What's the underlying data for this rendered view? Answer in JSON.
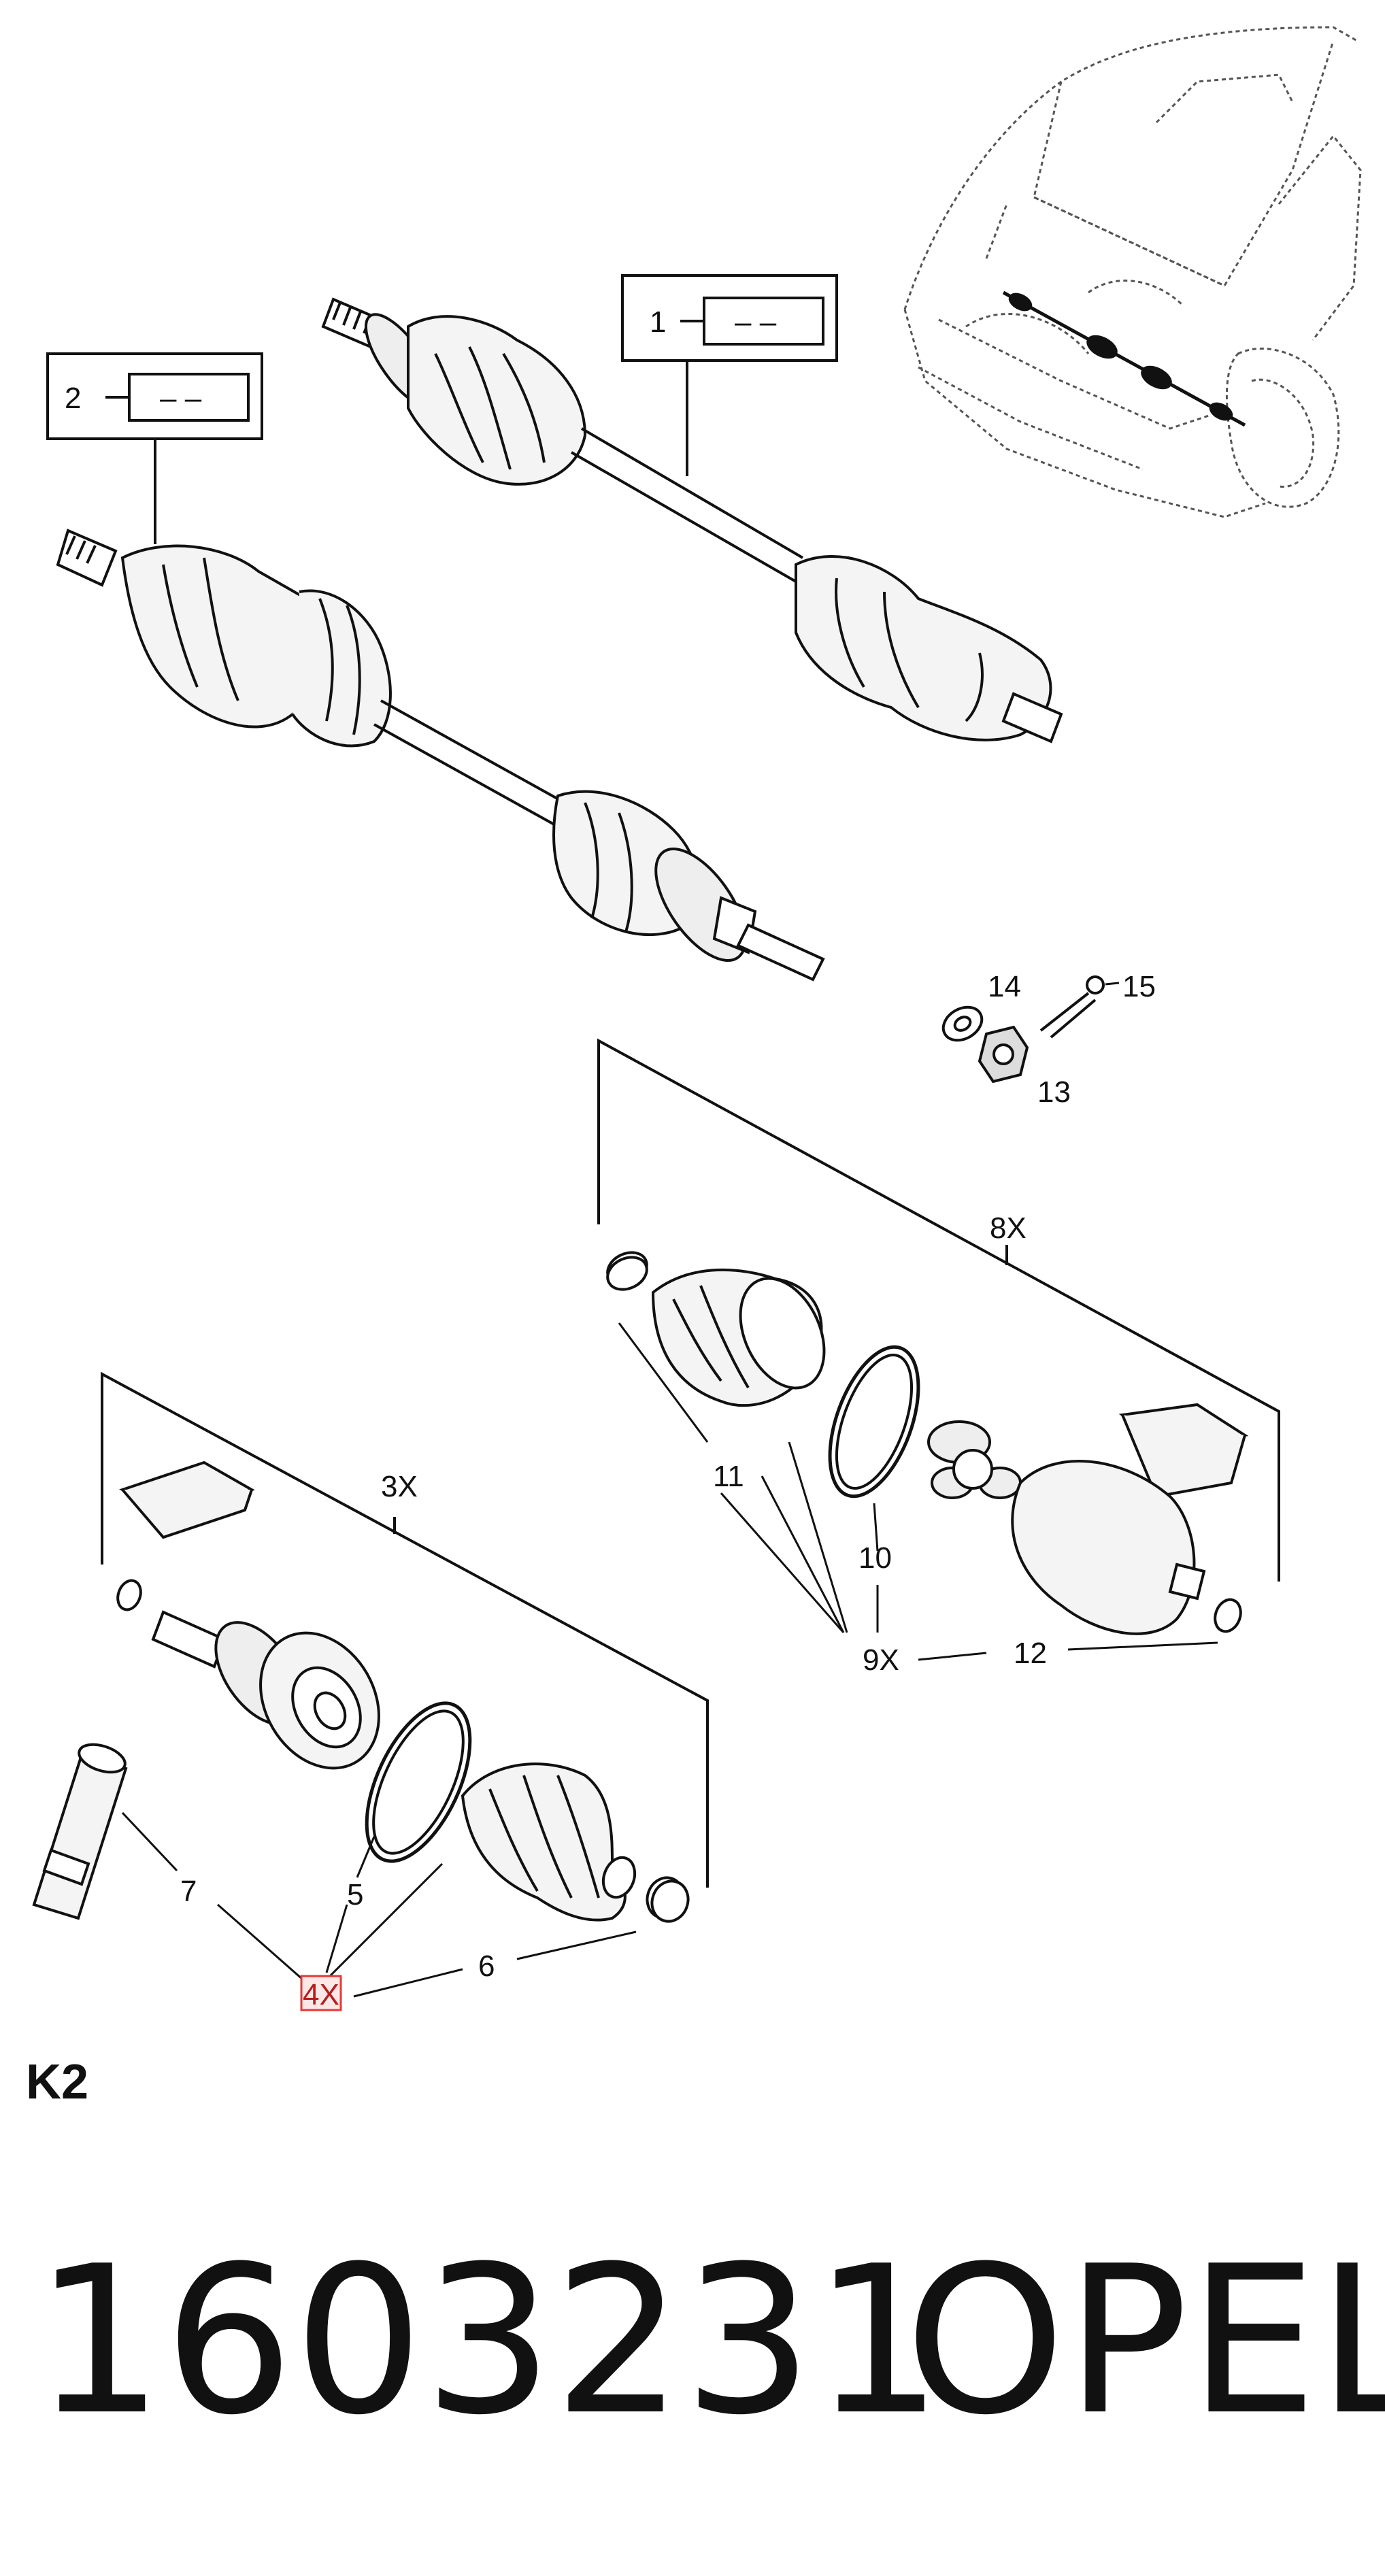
{
  "diagram": {
    "callouts": {
      "box1_num": "1",
      "box1_val": "– –",
      "box2_num": "2",
      "box2_val": "– –",
      "c3x": "3X",
      "c4x": "4X",
      "c5": "5",
      "c6": "6",
      "c7": "7",
      "c8x": "8X",
      "c9x": "9X",
      "c10": "10",
      "c11": "11",
      "c12": "12",
      "c13": "13",
      "c14": "14",
      "c15": "15"
    },
    "section_code": "K2",
    "part_number": "1603231",
    "brand": "OPEL",
    "highlight_color": "#e53935"
  }
}
